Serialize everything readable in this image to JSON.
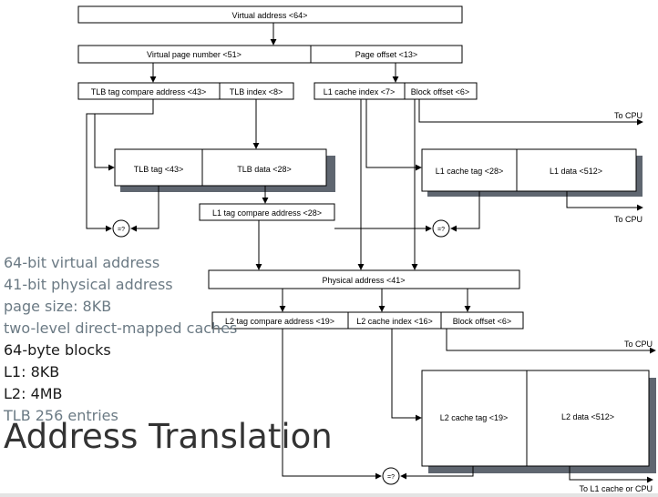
{
  "diagram": {
    "virtual_address": "Virtual address <64>",
    "virtual_page_number": "Virtual page number <51>",
    "page_offset": "Page offset <13>",
    "tlb_tag_compare_address": "TLB tag compare address <43>",
    "tlb_index": "TLB index <8>",
    "l1_cache_index": "L1 cache index <7>",
    "block_offset": "Block offset <6>",
    "to_cpu": "To CPU",
    "tlb_tag": "TLB tag <43>",
    "tlb_data": "TLB data <28>",
    "l1_cache_tag": "L1 cache tag <28>",
    "l1_data": "L1 data <512>",
    "l1_tag_compare_address": "L1 tag compare address <28>",
    "comparator": "=?",
    "physical_address": "Physical address <41>",
    "l2_tag_compare_address": "L2 tag compare address <19>",
    "l2_cache_index": "L2 cache index <16>",
    "l2_block_offset": "Block offset <6>",
    "l2_cache_tag": "L2 cache tag <19>",
    "l2_data": "L2 data <512>",
    "to_l1_or_cpu": "To L1 cache or CPU"
  },
  "notes": [
    {
      "text": "64-bit virtual address",
      "tone": "grey"
    },
    {
      "text": "41-bit physical address",
      "tone": "grey"
    },
    {
      "text": "page size: 8KB",
      "tone": "grey"
    },
    {
      "text": "two-level direct-mapped caches",
      "tone": "grey"
    },
    {
      "text": "64-byte blocks",
      "tone": "dark"
    },
    {
      "text": "L1: 8KB",
      "tone": "dark"
    },
    {
      "text": "L2: 4MB",
      "tone": "dark"
    },
    {
      "text": "TLB 256 entries",
      "tone": "grey"
    }
  ],
  "title": "Address Translation",
  "colors": {
    "shadow": "#5f6670",
    "text_grey": "#6b7a84"
  }
}
